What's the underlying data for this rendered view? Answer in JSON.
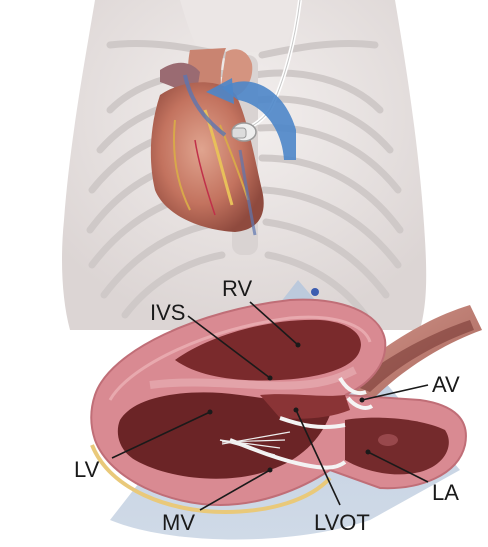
{
  "figure": {
    "labels": {
      "rv": "RV",
      "ivs": "IVS",
      "av": "AV",
      "lv": "LV",
      "la": "LA",
      "mv": "MV",
      "lvot": "LVOT"
    },
    "colors": {
      "skin": "#e9e4e3",
      "rib": "#cdc7c6",
      "heart": "#c97a64",
      "probe_arrow": "#4c86c9",
      "ultrasound_sector": "#c3cfe0",
      "myocardium": "#d98a92",
      "chamber": "#7a2a2c",
      "vessel": "#b3736a"
    }
  }
}
